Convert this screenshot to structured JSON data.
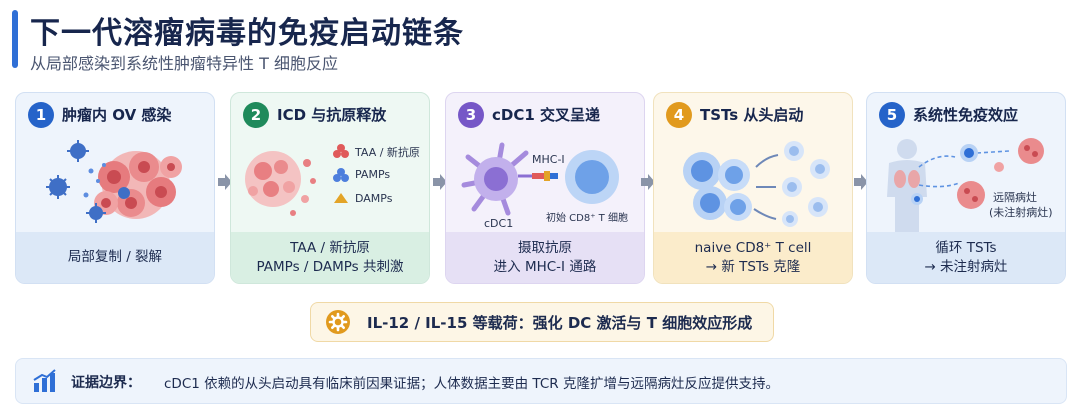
{
  "header": {
    "title": "下一代溶瘤病毒的免疫启动链条",
    "subtitle": "从局部感染到系统性肿瘤特异性 T 细胞反应"
  },
  "steps": [
    {
      "number": "1",
      "title": "肿瘤内 OV 感染",
      "footer": [
        "局部复制 / 裂解"
      ]
    },
    {
      "number": "2",
      "title": "ICD 与抗原释放",
      "footer": [
        "TAA / 新抗原",
        "PAMPs / DAMPs 共刺激"
      ],
      "legend": [
        "TAA / 新抗原",
        "PAMPs",
        "DAMPs"
      ]
    },
    {
      "number": "3",
      "title": "cDC1 交叉呈递",
      "footer": [
        "摄取抗原",
        "进入 MHC-I 通路"
      ],
      "labels": {
        "mhc": "MHC-I",
        "dc": "cDC1",
        "tcell": "初始 CD8⁺ T 细胞"
      }
    },
    {
      "number": "4",
      "title": "TSTs 从头启动",
      "footer": [
        "naive CD8⁺ T cell",
        "→ 新 TSTs 克隆"
      ]
    },
    {
      "number": "5",
      "title": "系统性免疫效应",
      "footer": [
        "循环 TSTs",
        "→ 未注射病灶"
      ],
      "labels": {
        "distant": "远隔病灶",
        "distant_sub": "(未注射病灶)"
      }
    }
  ],
  "payload": {
    "text": "IL-12 / IL-15 等载荷：强化 DC 激活与 T 细胞效应形成",
    "icon": "gear-icon"
  },
  "evidence": {
    "label": "证据边界：",
    "text": "cDC1 依赖的从头启动具有临床前因果证据；人体数据主要由 TCR 克隆扩增与远隔病灶反应提供支持。",
    "icon": "bar-chart-icon"
  },
  "colors": {
    "blue": "#2563c9",
    "green": "#1f8a5b",
    "purple": "#7657c7",
    "orange": "#e19a1e",
    "tumor_red": "#e0606a"
  }
}
